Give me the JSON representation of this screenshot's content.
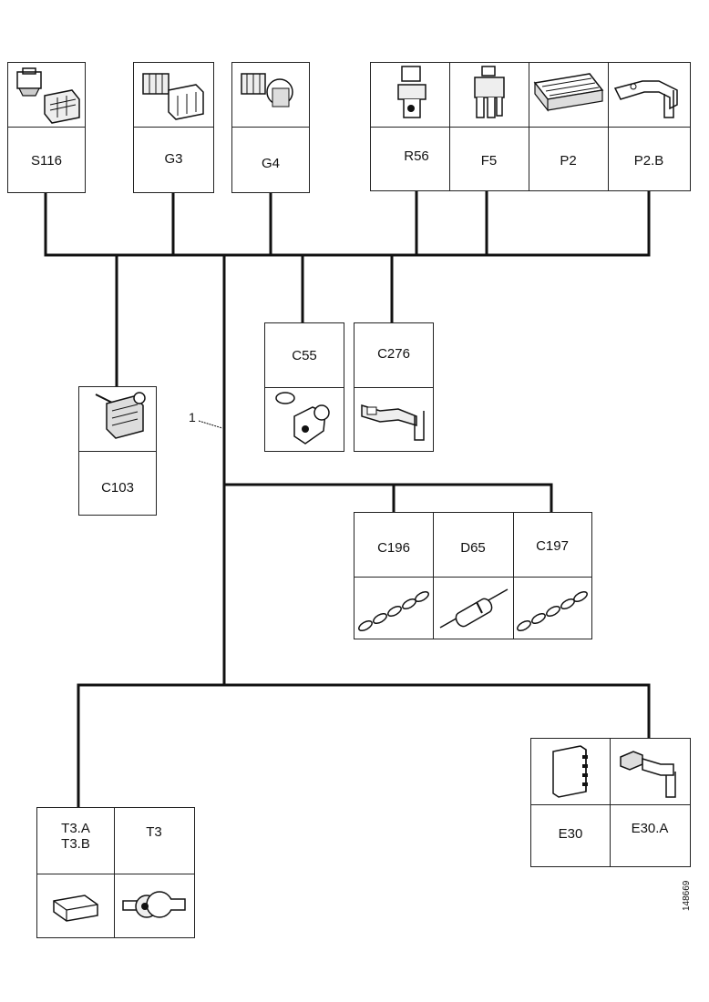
{
  "top_components": {
    "s116": "S116",
    "g3": "G3",
    "g4": "G4",
    "r56": "R56",
    "f5": "F5",
    "p2": "P2",
    "p2b": "P2.B"
  },
  "middle_components": {
    "c103": "C103",
    "c55": "C55",
    "c276": "C276",
    "c196": "C196",
    "d65": "D65",
    "c197": "C197"
  },
  "bottom_components": {
    "t3ab_line1": "T3.A",
    "t3ab_line2": "T3.B",
    "t3": "T3",
    "e30": "E30",
    "e30a": "E30.A"
  },
  "harness_label": "1",
  "document_id": "148669",
  "line_color": "#111111"
}
